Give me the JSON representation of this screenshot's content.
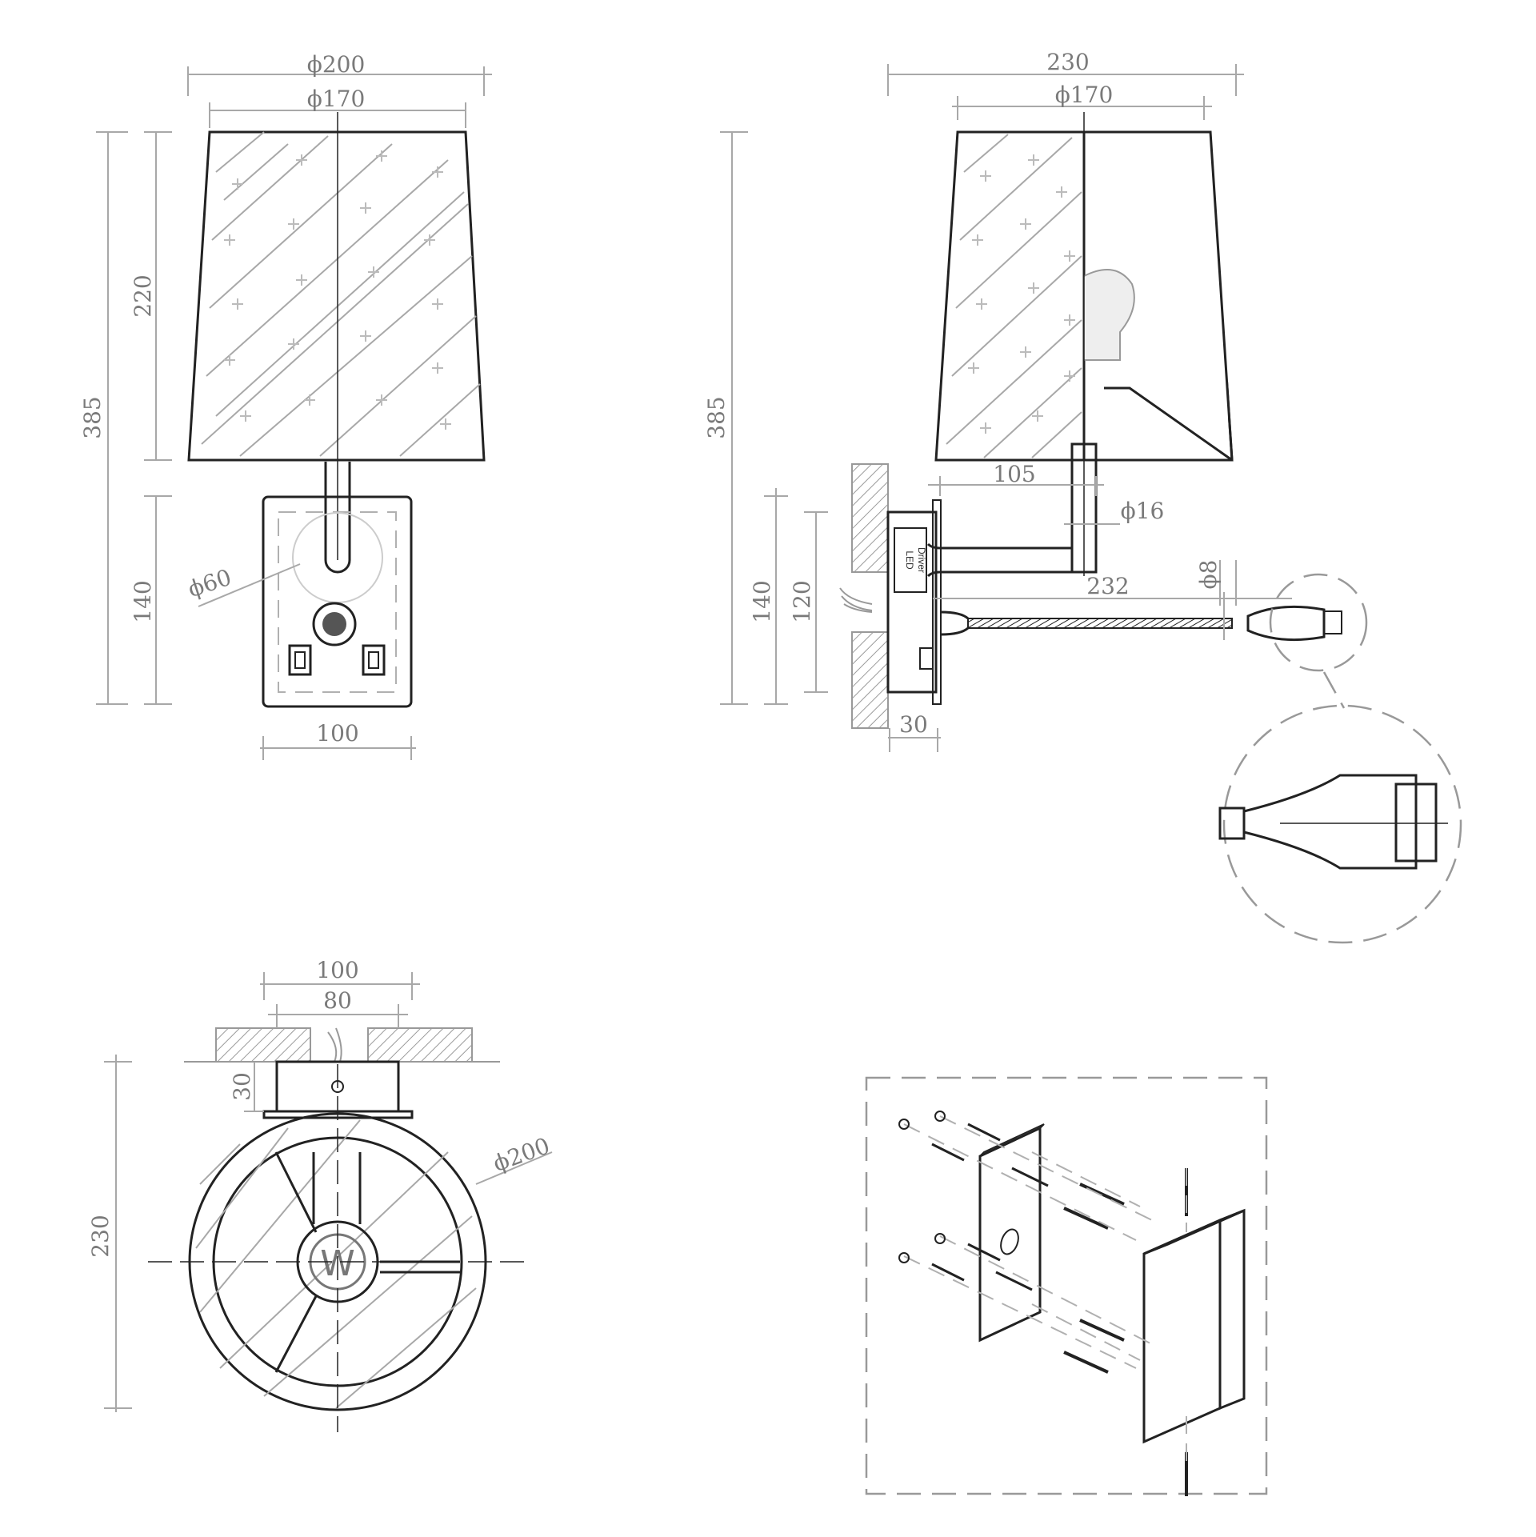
{
  "front_view": {
    "shade_top_diameter": "ϕ200",
    "shade_bottom_diameter": "ϕ170",
    "total_height": "385",
    "shade_height": "220",
    "backplate_height": "140",
    "backplate_width": "100",
    "canopy_diameter": "ϕ60"
  },
  "side_view": {
    "shade_width": "230",
    "shade_diameter": "ϕ170",
    "total_height": "385",
    "arm_length": "105",
    "stem_diameter": "ϕ16",
    "gooseneck_length": "232",
    "gooseneck_diameter": "ϕ8",
    "backplate_height": "140",
    "inner_height": "120",
    "backplate_depth": "30",
    "driver_label_line1": "LED",
    "driver_label_line2": "Driver"
  },
  "top_view": {
    "backplate_width": "100",
    "bracket_width": "80",
    "backplate_depth": "30",
    "total_depth": "230",
    "shade_diameter": "ϕ200",
    "logo_letter": "W"
  },
  "colors": {
    "outline": "#222222",
    "dimension": "#7a7a7a",
    "hatch": "#9a9a9a"
  }
}
